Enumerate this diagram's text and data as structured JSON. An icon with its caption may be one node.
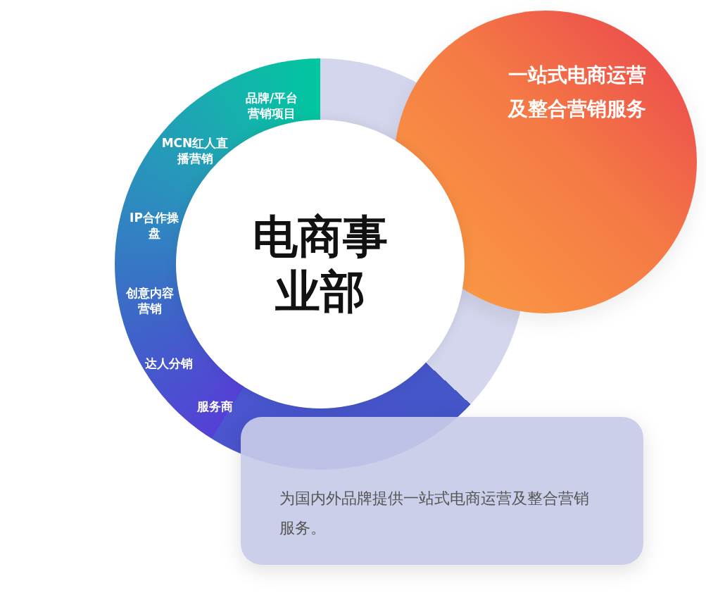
{
  "diagram": {
    "nodes": [
      {
        "text": [
          "电商事业部"
        ]
      },
      {
        "text": [
          "一站式电商运营及整合营销服务"
        ]
      },
      {
        "text": [
          "为国内外品牌提供一站式电商运营及整合营销服务。"
        ]
      }
    ],
    "labels": [
      "品牌/平台营销项目",
      "MCN红人直播营销",
      "IP合作操盘",
      "创意内容营销",
      "达人分销",
      "服务商"
    ]
  }
}
